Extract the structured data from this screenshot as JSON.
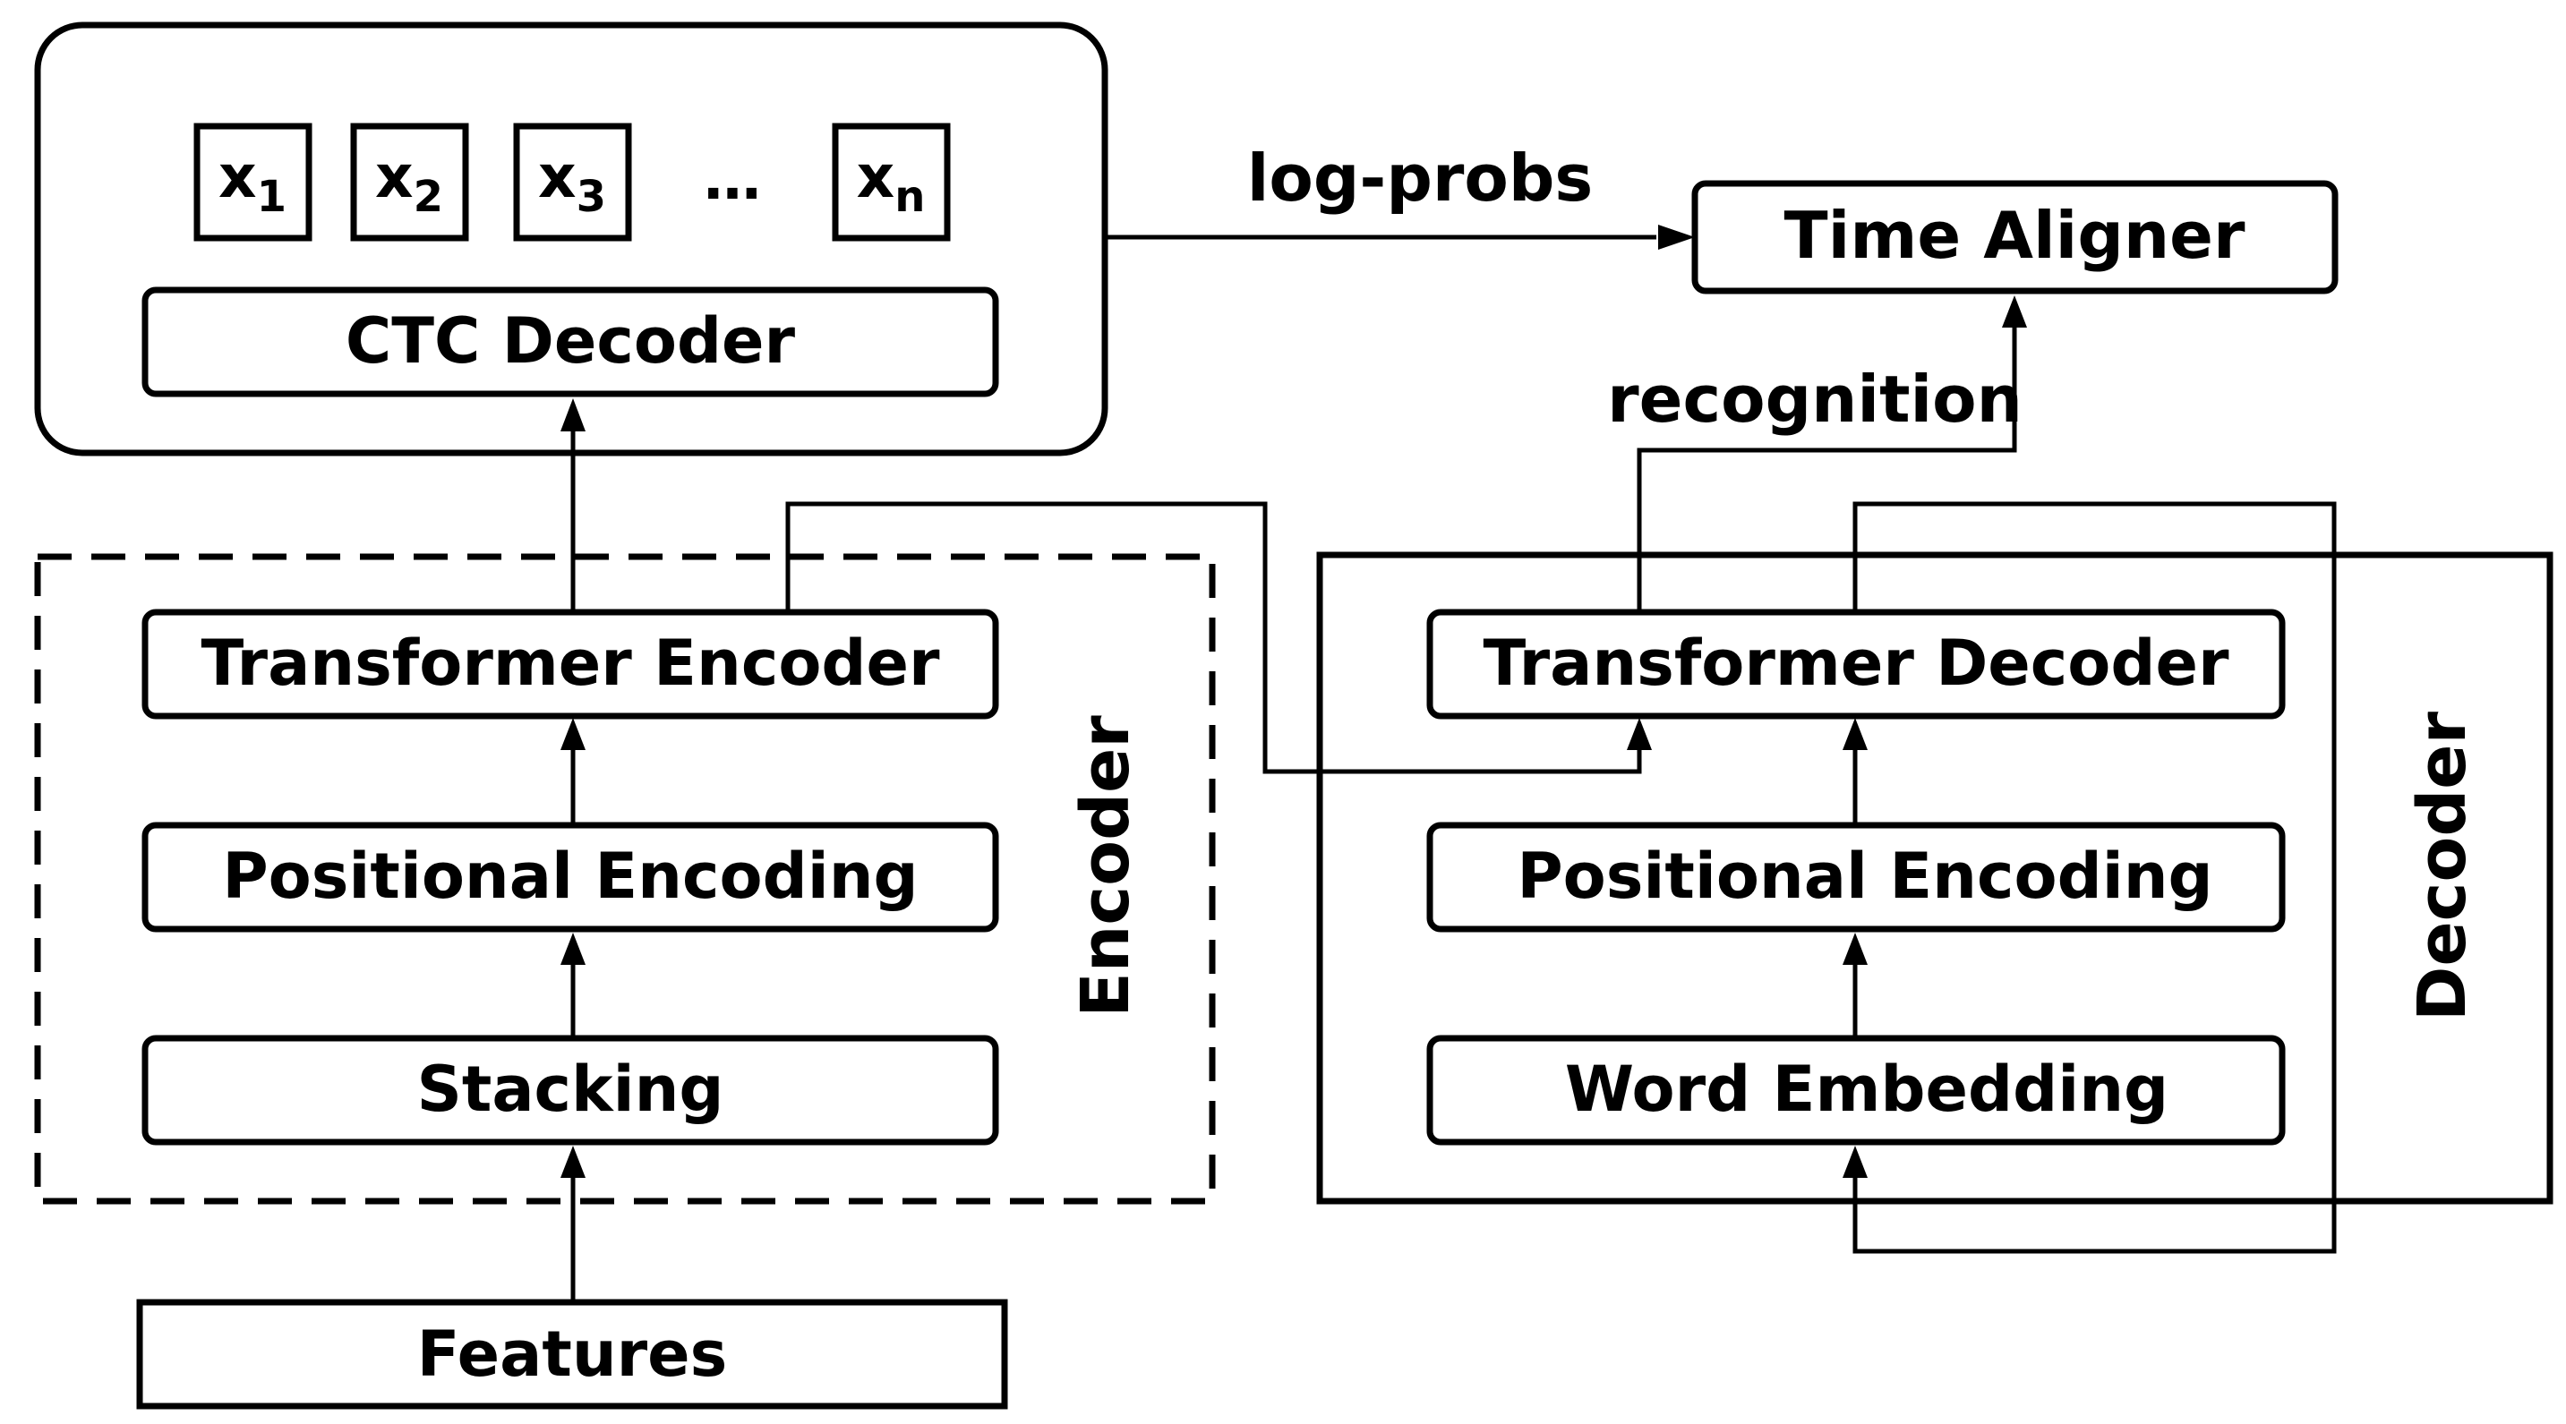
{
  "output_block": {
    "tokens": [
      {
        "base": "x",
        "sub": "1"
      },
      {
        "base": "x",
        "sub": "2"
      },
      {
        "base": "x",
        "sub": "3"
      },
      {
        "base": "x",
        "sub": "n"
      }
    ],
    "ellipsis": "…",
    "ctc_decoder": "CTC Decoder"
  },
  "encoder": {
    "group_label": "Encoder",
    "transformer": "Transformer Encoder",
    "positional": "Positional Encoding",
    "stacking": "Stacking"
  },
  "features": "Features",
  "decoder": {
    "group_label": "Decoder",
    "transformer": "Transformer Decoder",
    "positional": "Positional Encoding",
    "embedding": "Word Embedding"
  },
  "time_aligner": "Time Aligner",
  "edge_labels": {
    "log_probs": "log-probs",
    "recognition": "recognition"
  }
}
